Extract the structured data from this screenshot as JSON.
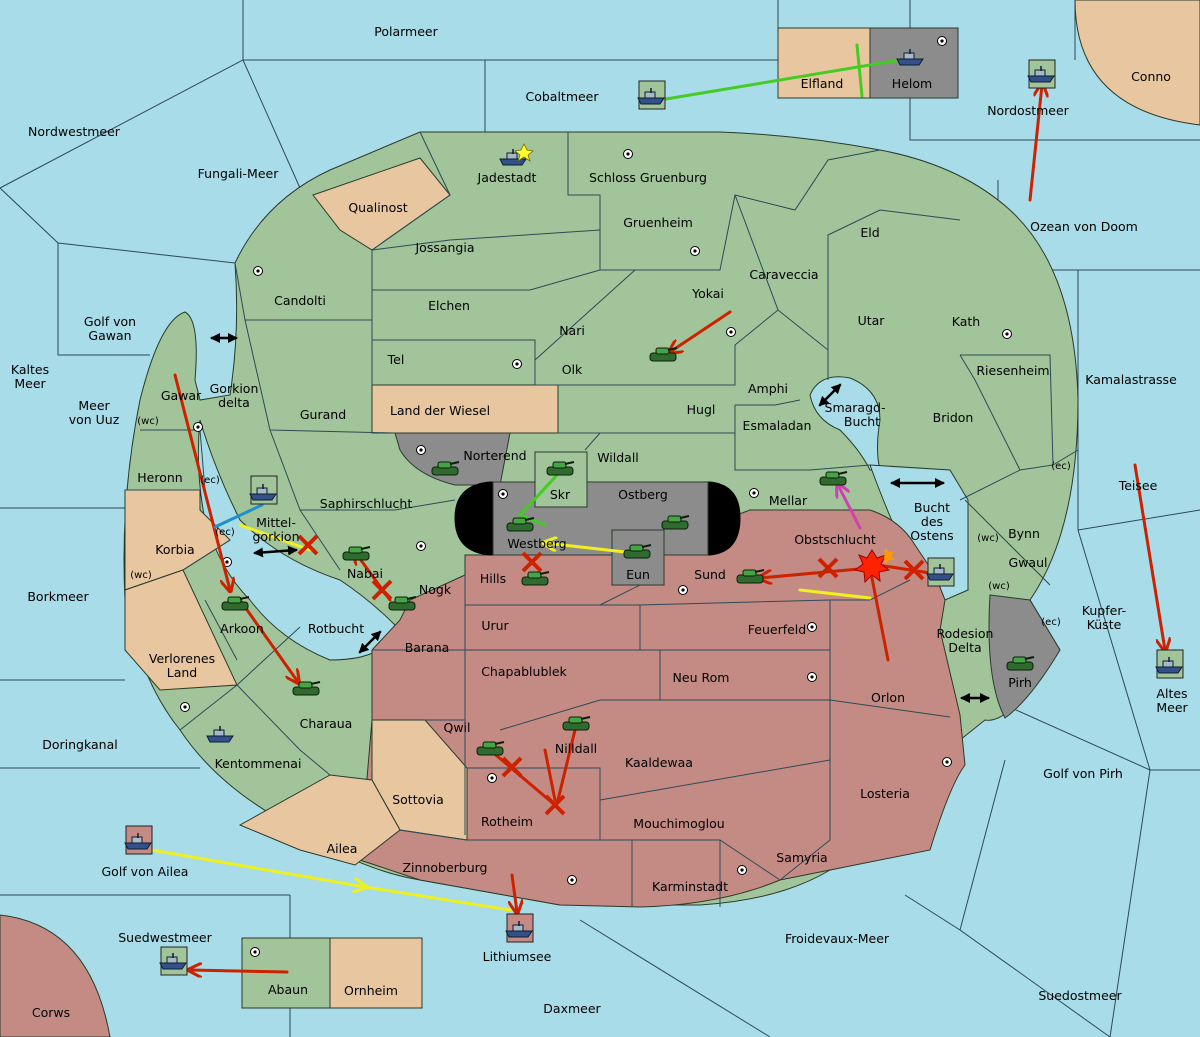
{
  "colors": {
    "sea": "#a8dce8",
    "green": "#a2c49a",
    "red": "#c48b85",
    "tan": "#e8c7a0",
    "gray": "#8c8c8c",
    "black": "#000000",
    "order_red": "#cc2200",
    "order_yellow": "#f0f020",
    "order_green": "#44cc22",
    "order_magenta": "#d040b0",
    "order_blue": "#2090c8"
  },
  "sea_labels": [
    {
      "text": "Polarmeer"
    },
    {
      "text": "Cobaltmeer"
    },
    {
      "text": "Nordwestmeer"
    },
    {
      "text": "Fungali-Meer"
    },
    {
      "text": "Nordostmeer"
    },
    {
      "text": "Ozean von Doom"
    },
    {
      "text": "Conno"
    },
    {
      "text": "Golf von"
    },
    {
      "text": "Gawan"
    },
    {
      "text": "Kaltes"
    },
    {
      "text": "Meer"
    },
    {
      "text": "Meer"
    },
    {
      "text": "von Uuz"
    },
    {
      "text": "Gorkion"
    },
    {
      "text": "delta"
    },
    {
      "text": "Kamalastrasse"
    },
    {
      "text": "Smaragd-"
    },
    {
      "text": "Bucht"
    },
    {
      "text": "Teisee"
    },
    {
      "text": "Bucht"
    },
    {
      "text": "des"
    },
    {
      "text": "Ostens"
    },
    {
      "text": "Borkmeer"
    },
    {
      "text": "Kupfer-"
    },
    {
      "text": "Küste"
    },
    {
      "text": "Rotbucht"
    },
    {
      "text": "Rodesion"
    },
    {
      "text": "Delta"
    },
    {
      "text": "Altes"
    },
    {
      "text": "Meer"
    },
    {
      "text": "Doringkanal"
    },
    {
      "text": "Golf von Pirh"
    },
    {
      "text": "Golf von Ailea"
    },
    {
      "text": "Suedwestmeer"
    },
    {
      "text": "Lithiumsee"
    },
    {
      "text": "Froidevaux-Meer"
    },
    {
      "text": "Suedostmeer"
    },
    {
      "text": "Daxmeer"
    },
    {
      "text": "Corws"
    }
  ],
  "land_labels": [
    {
      "text": "Elfland"
    },
    {
      "text": "Helom"
    },
    {
      "text": "Jadestadt"
    },
    {
      "text": "Schloss Gruenburg"
    },
    {
      "text": "Qualinost"
    },
    {
      "text": "Gruenheim"
    },
    {
      "text": "Eld"
    },
    {
      "text": "Jossangia"
    },
    {
      "text": "Caraveccia"
    },
    {
      "text": "Candolti"
    },
    {
      "text": "Elchen"
    },
    {
      "text": "Yokai"
    },
    {
      "text": "Utar"
    },
    {
      "text": "Kath"
    },
    {
      "text": "Nari"
    },
    {
      "text": "Tel"
    },
    {
      "text": "Olk"
    },
    {
      "text": "Riesenheim"
    },
    {
      "text": "Gawar"
    },
    {
      "text": "Amphi"
    },
    {
      "text": "Land der Wiesel"
    },
    {
      "text": "Hugl"
    },
    {
      "text": "Gurand"
    },
    {
      "text": "Bridon"
    },
    {
      "text": "Esmaladan"
    },
    {
      "text": "Heronn"
    },
    {
      "text": "Norterend"
    },
    {
      "text": "Wildall"
    },
    {
      "text": "Skr"
    },
    {
      "text": "Ostberg"
    },
    {
      "text": "Mellar"
    },
    {
      "text": "Saphirschlucht"
    },
    {
      "text": "Mittel-"
    },
    {
      "text": "gorkion"
    },
    {
      "text": "Westberg"
    },
    {
      "text": "Obstschlucht"
    },
    {
      "text": "Korbia"
    },
    {
      "text": "Bynn"
    },
    {
      "text": "Nabai"
    },
    {
      "text": "Eun"
    },
    {
      "text": "Sund"
    },
    {
      "text": "Hills"
    },
    {
      "text": "Gwaul"
    },
    {
      "text": "Nogk"
    },
    {
      "text": "Arkoon"
    },
    {
      "text": "Urur"
    },
    {
      "text": "Feuerfeld"
    },
    {
      "text": "Barana"
    },
    {
      "text": "Verlorenes"
    },
    {
      "text": "Land"
    },
    {
      "text": "Chapablublek"
    },
    {
      "text": "Neu Rom"
    },
    {
      "text": "Pirh"
    },
    {
      "text": "Orlon"
    },
    {
      "text": "Charaua"
    },
    {
      "text": "Qwil"
    },
    {
      "text": "Nilldall"
    },
    {
      "text": "Kaaldewaa"
    },
    {
      "text": "Kentommenai"
    },
    {
      "text": "Losteria"
    },
    {
      "text": "Sottovia"
    },
    {
      "text": "Rotheim"
    },
    {
      "text": "Mouchimoglou"
    },
    {
      "text": "Ailea"
    },
    {
      "text": "Samyria"
    },
    {
      "text": "Zinnoberburg"
    },
    {
      "text": "Karminstadt"
    },
    {
      "text": "Abaun"
    },
    {
      "text": "Ornheim"
    }
  ],
  "coast_tags": [
    {
      "text": "(wc)"
    },
    {
      "text": "(ec)"
    },
    {
      "text": "(ec)"
    },
    {
      "text": "(wc)"
    },
    {
      "text": "(ec)"
    },
    {
      "text": "(wc)"
    },
    {
      "text": "(wc)"
    },
    {
      "text": "(ec)"
    }
  ]
}
